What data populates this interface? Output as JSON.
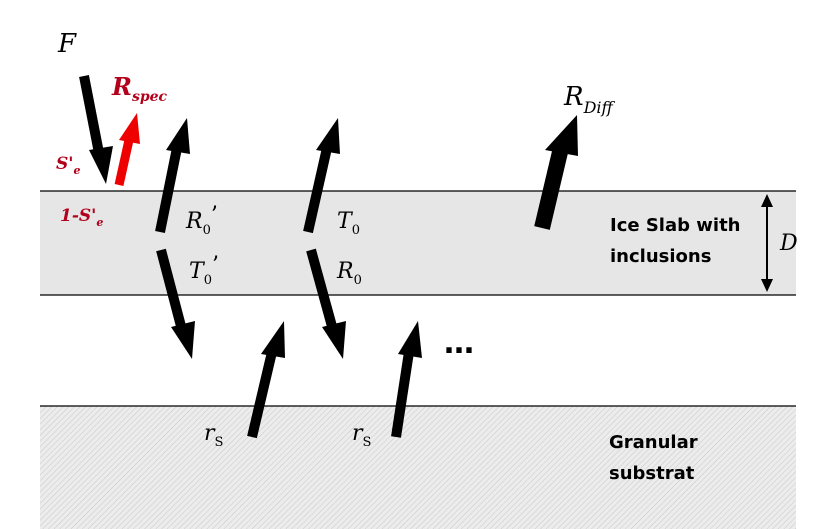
{
  "labels": {
    "F": "F",
    "R_spec_main": "R",
    "R_spec_sub": "spec",
    "R_diff_main": "R",
    "R_diff_sub": "Diff",
    "S_e_main": "S'",
    "S_e_sub": "e",
    "one_minus_S_main": "1-S'",
    "one_minus_S_sub": "e",
    "R0p_main": "R",
    "R0p_sub": "0",
    "R0p_prime": "’",
    "T0p_main": "T",
    "T0p_sub": "0",
    "T0p_prime": "’",
    "T0_main": "T",
    "T0_sub": "0",
    "R0_main": "R",
    "R0_sub": "0",
    "rS1_main": "r",
    "rS1_sub": "S",
    "rS2_main": "r",
    "rS2_sub": "S",
    "ellipsis": "…",
    "D": "D",
    "ice_line1": "Ice Slab with",
    "ice_line2": "inclusions",
    "granular_line1": "Granular",
    "granular_line2": "substrat"
  },
  "colors": {
    "ice_fill": "#e6e6e6",
    "substrate_fill": "#e4e4e4",
    "arrow_black": "#000000",
    "arrow_red": "#ee0000",
    "label_red": "#b3001b"
  }
}
